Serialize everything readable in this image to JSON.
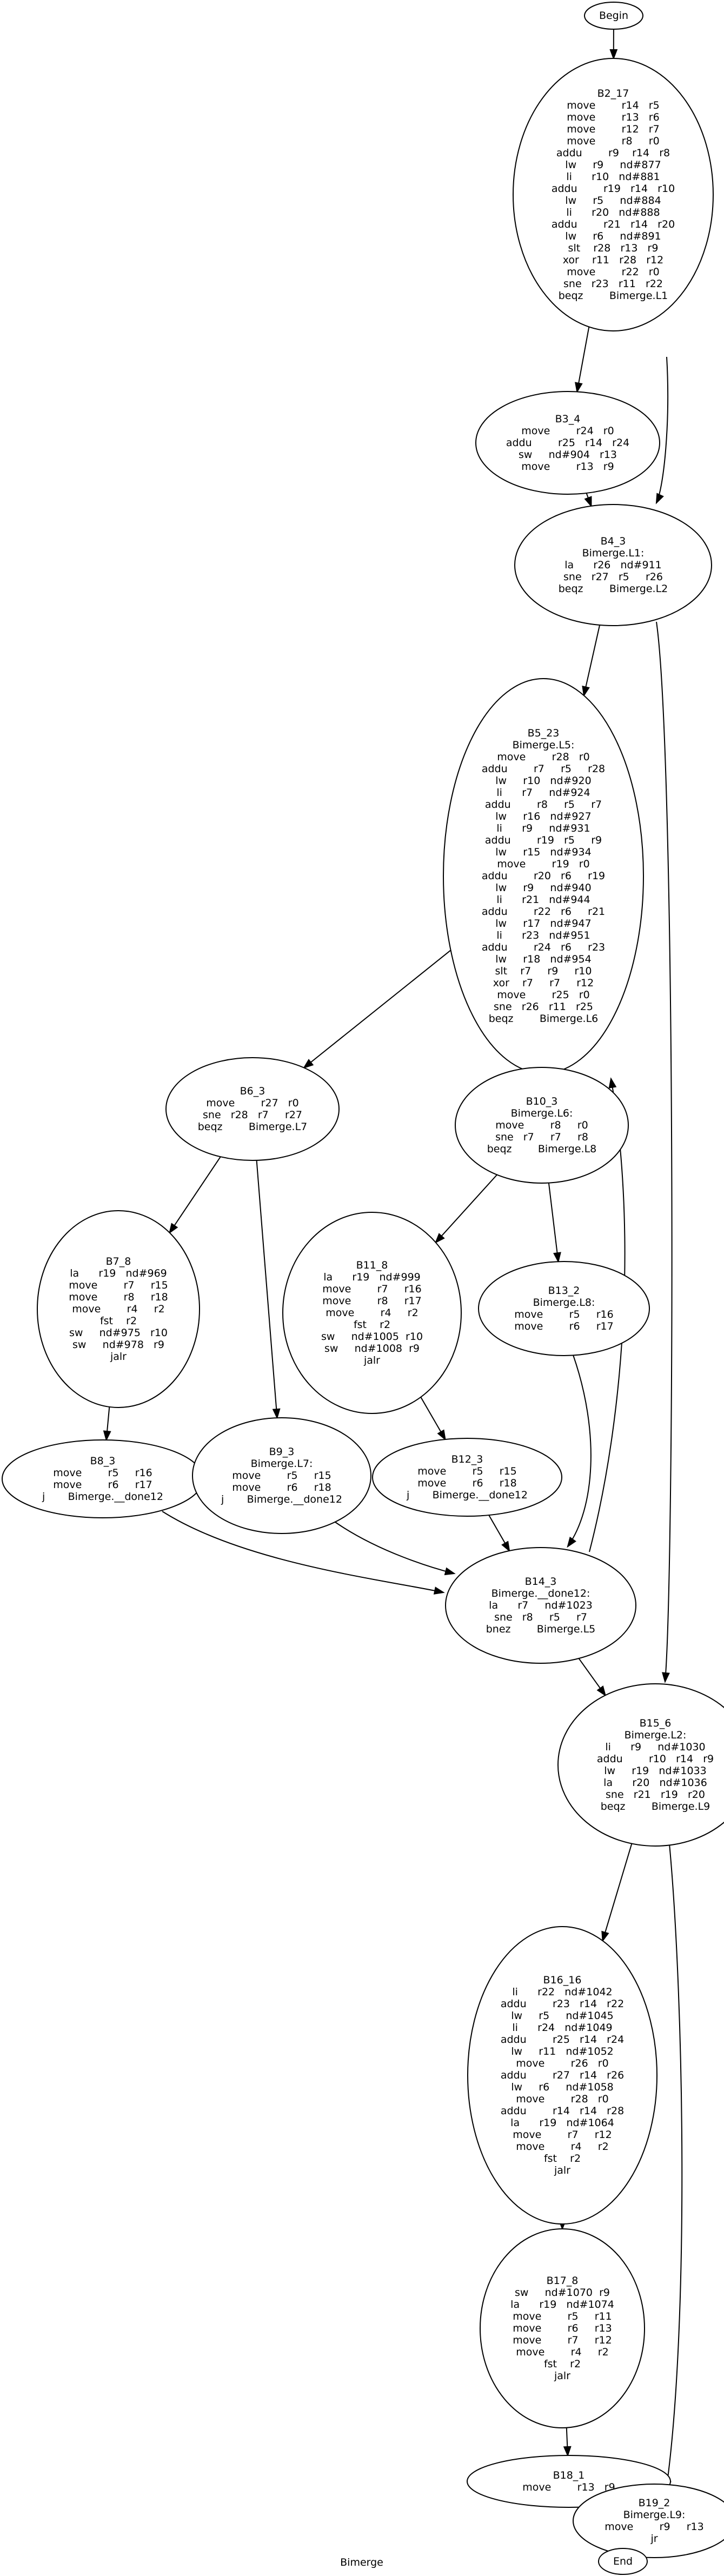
{
  "graph_title": "Bimerge",
  "nodes": [
    {
      "id": "Begin",
      "lines": [
        "Begin"
      ]
    },
    {
      "id": "B2_17",
      "lines": [
        "B2_17",
        "move        r14   r5",
        "move        r13   r6",
        "move        r12   r7",
        "move        r8     r0",
        "addu        r9    r14   r8",
        "lw     r9     nd#877",
        "li      r10   nd#881",
        "addu        r19   r14   r10",
        "lw     r5     nd#884",
        "li      r20   nd#888",
        "addu        r21   r14   r20",
        "lw     r6     nd#891",
        "slt    r28   r13   r9",
        "xor    r11   r28   r12",
        "move        r22   r0",
        "sne   r23   r11   r22",
        "beqz        Bimerge.L1"
      ]
    },
    {
      "id": "B3_4",
      "lines": [
        "B3_4",
        "move        r24   r0",
        "addu        r25   r14   r24",
        "sw     nd#904   r13",
        "move        r13   r9"
      ]
    },
    {
      "id": "B4_3",
      "lines": [
        "B4_3",
        "Bimerge.L1:",
        "la      r26   nd#911",
        "sne   r27   r5     r26",
        "beqz        Bimerge.L2"
      ]
    },
    {
      "id": "B5_23",
      "lines": [
        "B5_23",
        "Bimerge.L5:",
        "move        r28   r0",
        "addu        r7     r5     r28",
        "lw     r10   nd#920",
        "li      r7     nd#924",
        "addu        r8     r5     r7",
        "lw     r16   nd#927",
        "li      r9     nd#931",
        "addu        r19   r5     r9",
        "lw     r15   nd#934",
        "move        r19   r0",
        "addu        r20   r6     r19",
        "lw     r9     nd#940",
        "li      r21   nd#944",
        "addu        r22   r6     r21",
        "lw     r17   nd#947",
        "li      r23   nd#951",
        "addu        r24   r6     r23",
        "lw     r18   nd#954",
        "slt    r7     r9     r10",
        "xor    r7     r7     r12",
        "move        r25   r0",
        "sne   r26   r11   r25",
        "beqz        Bimerge.L6"
      ]
    },
    {
      "id": "B6_3",
      "lines": [
        "B6_3",
        "move        r27   r0",
        "sne   r28   r7     r27",
        "beqz        Bimerge.L7"
      ]
    },
    {
      "id": "B10_3",
      "lines": [
        "B10_3",
        "Bimerge.L6:",
        "move        r8     r0",
        "sne   r7     r7     r8",
        "beqz        Bimerge.L8"
      ]
    },
    {
      "id": "B7_8",
      "lines": [
        "B7_8",
        "la      r19   nd#969",
        "move        r7     r15",
        "move        r8     r18",
        "move        r4     r2",
        "fst    r2",
        "sw     nd#975   r10",
        "sw     nd#978   r9",
        "jalr"
      ]
    },
    {
      "id": "B11_8",
      "lines": [
        "B11_8",
        "la      r19   nd#999",
        "move        r7     r16",
        "move        r8     r17",
        "move        r4     r2",
        "fst    r2",
        "sw     nd#1005  r10",
        "sw     nd#1008  r9",
        "jalr"
      ]
    },
    {
      "id": "B13_2",
      "lines": [
        "B13_2",
        "Bimerge.L8:",
        "move        r5     r16",
        "move        r6     r17"
      ]
    },
    {
      "id": "B8_3",
      "lines": [
        "B8_3",
        "move        r5     r16",
        "move        r6     r17",
        "j       Bimerge.__done12"
      ]
    },
    {
      "id": "B9_3",
      "lines": [
        "B9_3",
        "Bimerge.L7:",
        "move        r5     r15",
        "move        r6     r18",
        "j       Bimerge.__done12"
      ]
    },
    {
      "id": "B12_3",
      "lines": [
        "B12_3",
        "move        r5     r15",
        "move        r6     r18",
        "j       Bimerge.__done12"
      ]
    },
    {
      "id": "B14_3",
      "lines": [
        "B14_3",
        "Bimerge.__done12:",
        "la      r7     nd#1023",
        "sne   r8     r5     r7",
        "bnez        Bimerge.L5"
      ]
    },
    {
      "id": "B15_6",
      "lines": [
        "B15_6",
        "Bimerge.L2:",
        "li      r9     nd#1030",
        "addu        r10   r14   r9",
        "lw     r19   nd#1033",
        "la      r20   nd#1036",
        "sne   r21   r19   r20",
        "beqz        Bimerge.L9"
      ]
    },
    {
      "id": "B16_16",
      "lines": [
        "B16_16",
        "li      r22   nd#1042",
        "addu        r23   r14   r22",
        "lw     r5     nd#1045",
        "li      r24   nd#1049",
        "addu        r25   r14   r24",
        "lw     r11   nd#1052",
        "move        r26   r0",
        "addu        r27   r14   r26",
        "lw     r6     nd#1058",
        "move        r28   r0",
        "addu        r14   r14   r28",
        "la      r19   nd#1064",
        "move        r7     r12",
        "move        r4     r2",
        "fst    r2",
        "jalr"
      ]
    },
    {
      "id": "B17_8",
      "lines": [
        "B17_8",
        "sw     nd#1070  r9",
        "la      r19   nd#1074",
        "move        r5     r11",
        "move        r6     r13",
        "move        r7     r12",
        "move        r4     r2",
        "fst    r2",
        "jalr"
      ]
    },
    {
      "id": "B18_1",
      "lines": [
        "B18_1",
        "move        r13   r9"
      ]
    },
    {
      "id": "B19_2",
      "lines": [
        "B19_2",
        "Bimerge.L9:",
        "move        r9     r13",
        "jr"
      ]
    },
    {
      "id": "End",
      "lines": [
        "End"
      ]
    }
  ],
  "edges": [
    {
      "from": "Begin",
      "to": "B2_17"
    },
    {
      "from": "B2_17",
      "to": "B3_4"
    },
    {
      "from": "B2_17",
      "to": "B4_3"
    },
    {
      "from": "B3_4",
      "to": "B4_3"
    },
    {
      "from": "B4_3",
      "to": "B5_23"
    },
    {
      "from": "B4_3",
      "to": "B15_6"
    },
    {
      "from": "B5_23",
      "to": "B6_3"
    },
    {
      "from": "B5_23",
      "to": "B10_3"
    },
    {
      "from": "B6_3",
      "to": "B7_8"
    },
    {
      "from": "B6_3",
      "to": "B9_3"
    },
    {
      "from": "B10_3",
      "to": "B11_8"
    },
    {
      "from": "B10_3",
      "to": "B13_2"
    },
    {
      "from": "B7_8",
      "to": "B8_3"
    },
    {
      "from": "B11_8",
      "to": "B12_3"
    },
    {
      "from": "B8_3",
      "to": "B14_3"
    },
    {
      "from": "B9_3",
      "to": "B14_3"
    },
    {
      "from": "B12_3",
      "to": "B14_3"
    },
    {
      "from": "B13_2",
      "to": "B14_3"
    },
    {
      "from": "B14_3",
      "to": "B5_23"
    },
    {
      "from": "B14_3",
      "to": "B15_6"
    },
    {
      "from": "B15_6",
      "to": "B16_16"
    },
    {
      "from": "B15_6",
      "to": "B19_2"
    },
    {
      "from": "B16_16",
      "to": "B17_8"
    },
    {
      "from": "B17_8",
      "to": "B18_1"
    },
    {
      "from": "B18_1",
      "to": "B19_2"
    },
    {
      "from": "B19_2",
      "to": "End"
    }
  ]
}
